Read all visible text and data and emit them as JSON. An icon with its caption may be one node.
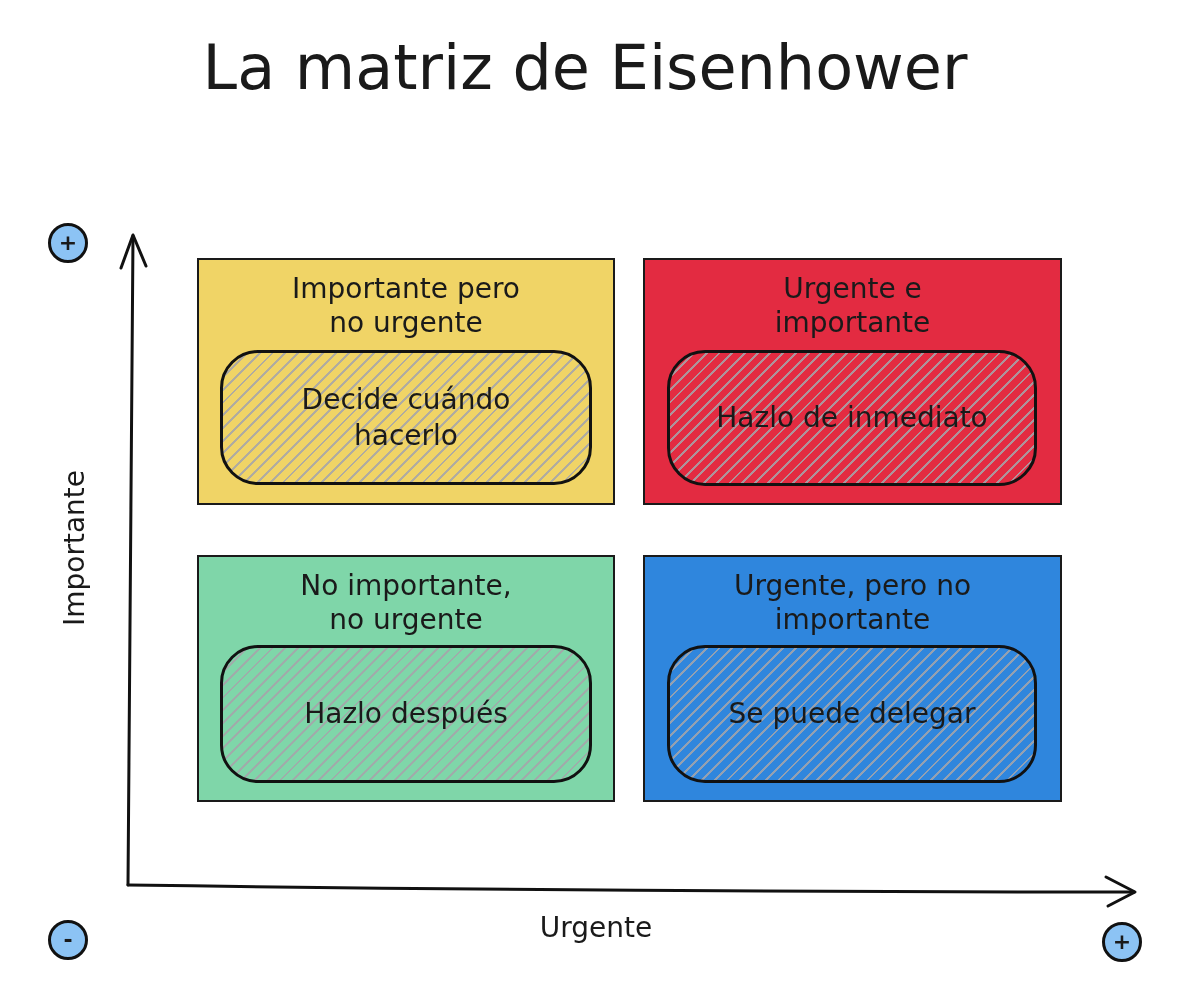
{
  "diagram": {
    "title": "La matriz de Eisenhower",
    "nodes": [
      {
        "text": [
          "+"
        ]
      },
      {
        "text": [
          "Importante pero no urgente"
        ]
      },
      {
        "text": [
          "Decide cuándo hacerlo"
        ],
        "in": 1
      },
      {
        "text": [
          "Urgente e importante"
        ]
      },
      {
        "text": [
          "Hazlo de inmediato"
        ],
        "in": 3
      },
      {
        "text": [
          "No importante, no urgente"
        ]
      },
      {
        "text": [
          "Hazlo después"
        ],
        "in": 5
      },
      {
        "text": [
          "Urgente, pero no importante"
        ]
      },
      {
        "text": [
          "Se puede delegar"
        ],
        "in": 7
      },
      {
        "text": [
          "-"
        ]
      },
      {
        "text": [
          "+"
        ]
      }
    ],
    "labels": [
      "Importante",
      "Urgente"
    ]
  }
}
